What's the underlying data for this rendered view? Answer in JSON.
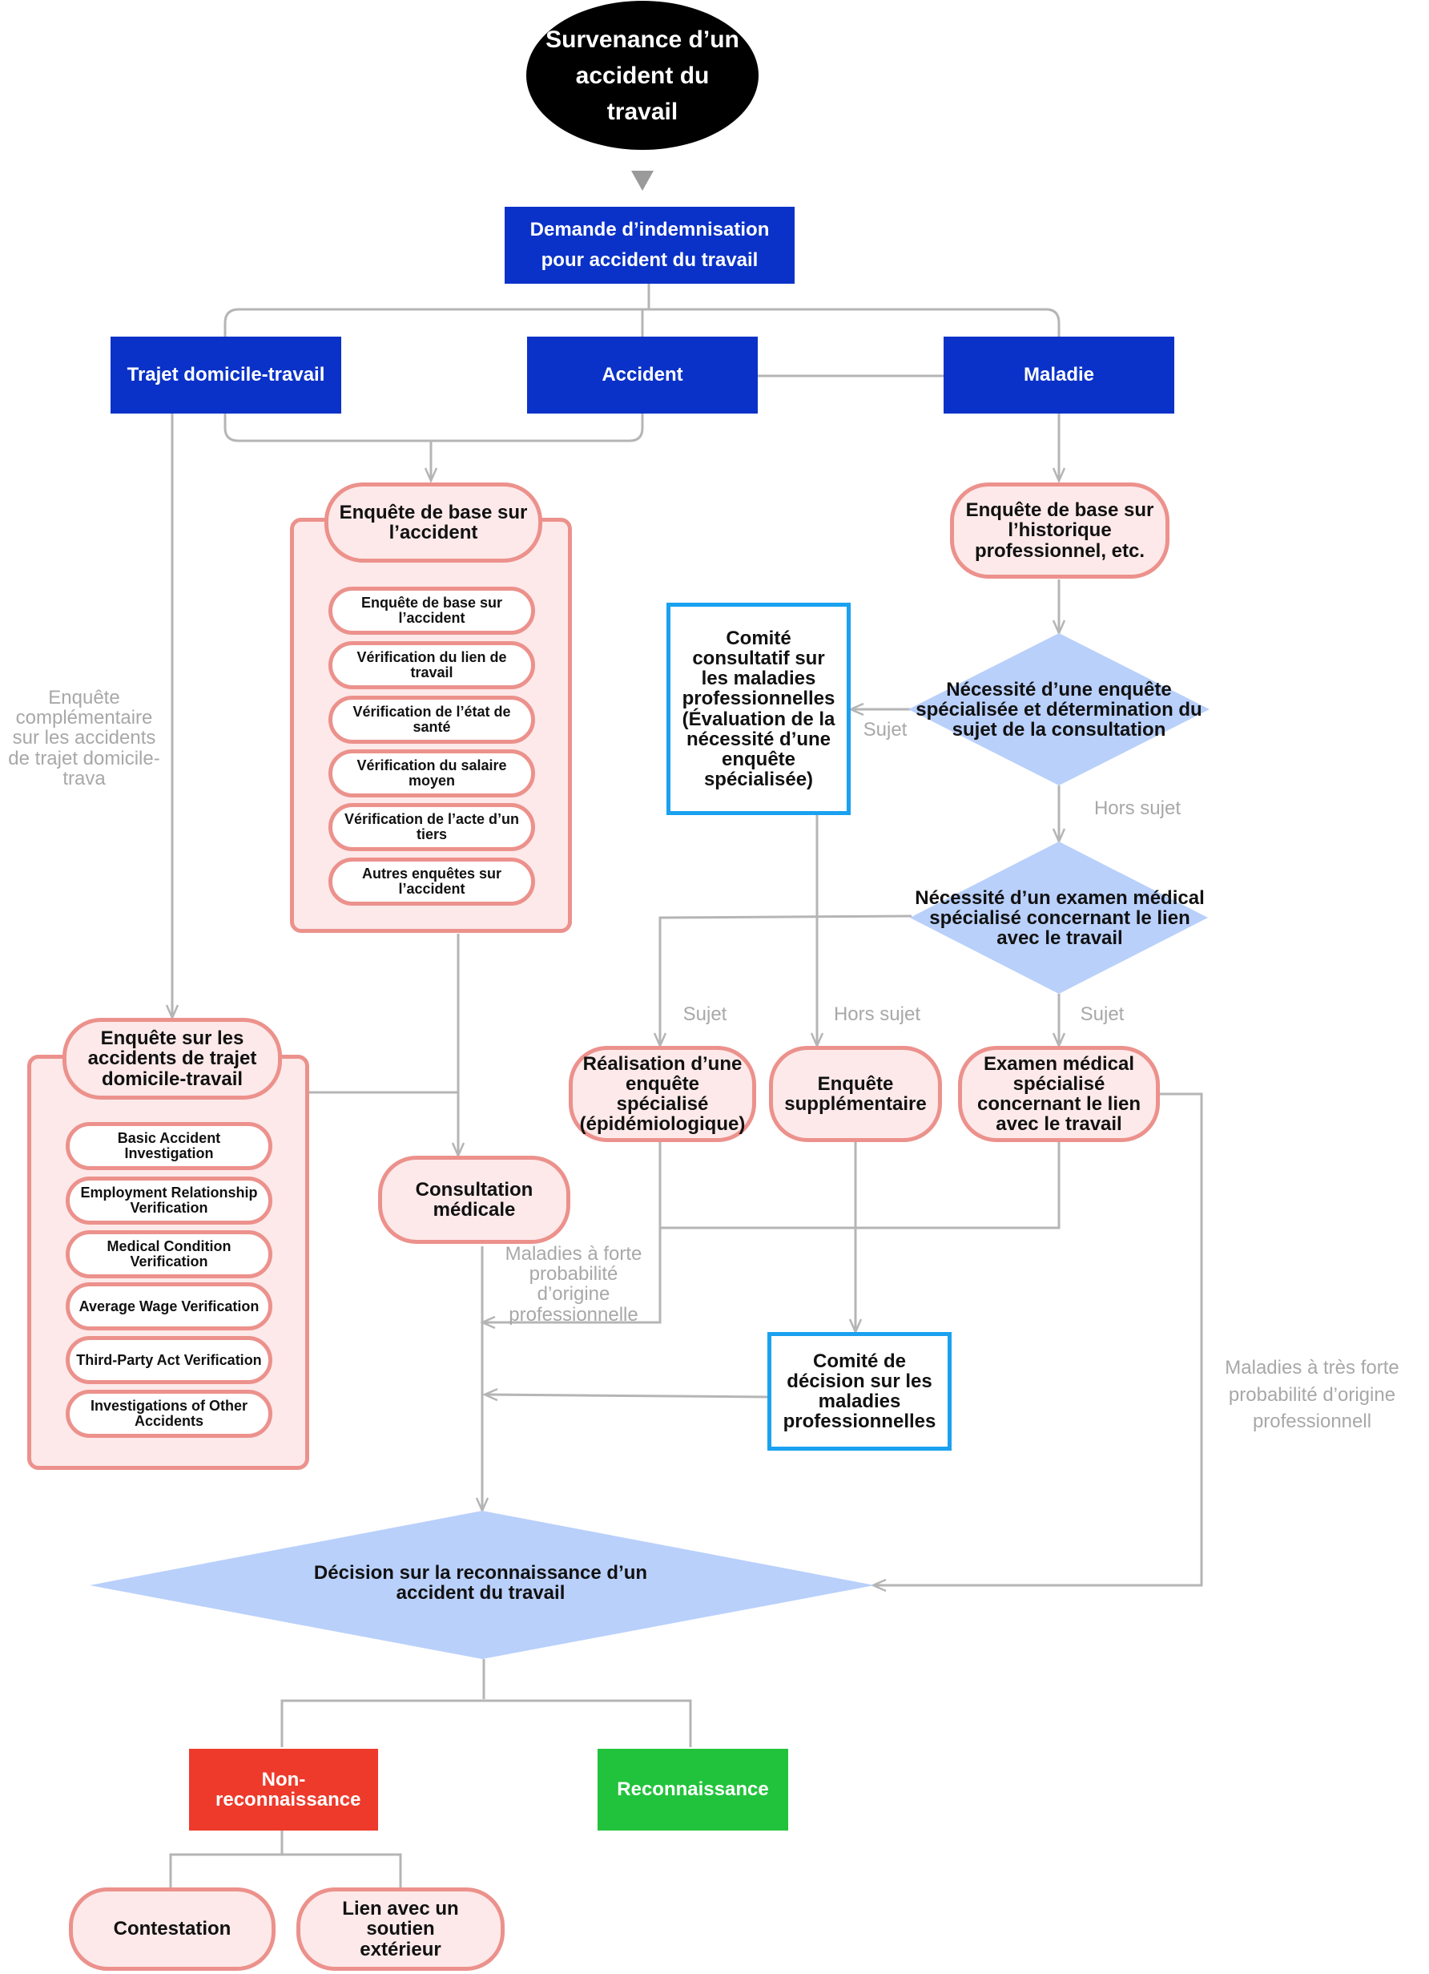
{
  "colors": {
    "start_fill": "#000000",
    "primary_blue": "#0a32c8",
    "pill_fill": "#fde9e9",
    "pill_border": "#ec918c",
    "diamond_fill": "#b9d0fb",
    "committee_border": "#1aa1f0",
    "rejection_red": "#ee3a2b",
    "recognition_green": "#22c33c",
    "connector_gray": "#b5b5b5",
    "label_gray": "#a8a8a8"
  },
  "start": {
    "text": "Survenance d’un accident du travail"
  },
  "claim": {
    "text": "Demande d’indemnisation pour accident du travail"
  },
  "categories": {
    "commute": "Trajet domicile-travail",
    "accident": "Accident",
    "disease": "Maladie"
  },
  "basic_investigation": {
    "title": "Enquête de base sur l’accident",
    "items": [
      "Enquête de base sur l’accident",
      "Vérification du lien de travail",
      "Vérification de l’état de santé",
      "Vérification du salaire moyen",
      "Vérification de l’acte d’un tiers",
      "Autres enquêtes sur l’accident"
    ]
  },
  "commute_investigation": {
    "title": "Enquête sur les accidents de trajet domicile-travail",
    "items": [
      "Basic Accident Investigation",
      "Employment Relationship Verification",
      "Medical Condition Verification",
      "Average Wage Verification",
      "Third-Party Act Verification",
      "Investigations of Other Accidents"
    ]
  },
  "disease_history": {
    "text": "Enquête de base sur l’historique professionnel, etc."
  },
  "advisory_committee": {
    "text": "Comité consultatif sur les maladies professionnelles (Évaluation de la nécessité d’une enquête spécialisée)"
  },
  "special_need_decision": {
    "text": "Nécessité d’une enquête spécialisée et détermination du sujet de la consultation"
  },
  "medical_exam_decision": {
    "text": "Nécessité d’un examen médical spécialisé concernant le lien avec le travail"
  },
  "epidemiology": {
    "text": "Réalisation d’une enquête spécialisé (épidémiologique)"
  },
  "supplementary": {
    "text": "Enquête supplémentaire"
  },
  "special_medical_exam": {
    "text": "Examen médical spécialisé concernant le lien avec le travail"
  },
  "consultation": {
    "text": "Consultation médicale"
  },
  "decision_committee": {
    "text": "Comité de décision sur les maladies professionnelles"
  },
  "final_decision": {
    "text": "Décision sur la reconnaissance d’un accident du travail"
  },
  "outcomes": {
    "rejection": "Non-reconnaissance",
    "recognition": "Reconnaissance",
    "contest": "Contestation",
    "external_support": "Lien avec un soutien extérieur"
  },
  "edge_labels": {
    "commute_complement": "Enquête complémentaire sur les accidents de trajet domicile-trava",
    "subject_1": "Sujet",
    "off_topic_1": "Hors sujet",
    "subject_2": "Sujet",
    "off_topic_2": "Hors sujet",
    "subject_3": "Sujet",
    "high_probability": "Maladies à forte probabilité d’origine professionnelle",
    "very_high_probability": "Maladies à très forte probabilité d’origine professionnell"
  }
}
